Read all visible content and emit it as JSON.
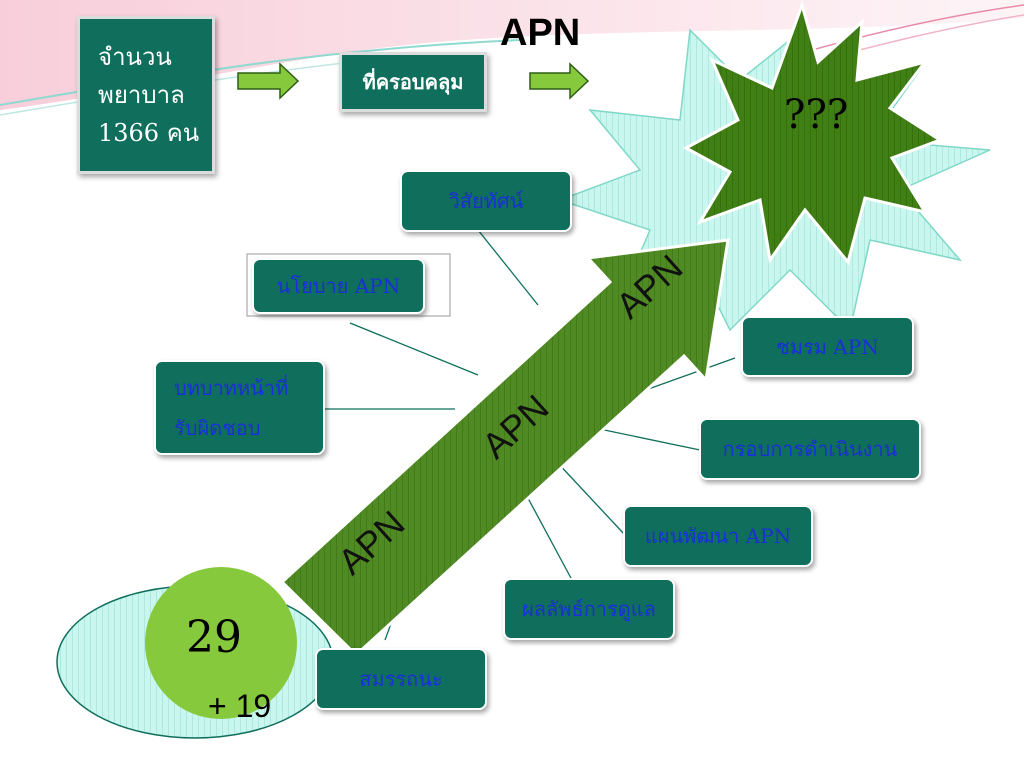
{
  "title": "APN",
  "nurse_box": {
    "line1": "จำนวน",
    "line2": "พยาบาล",
    "line3": "1366  คน"
  },
  "coverage_label": "ที่ครอบคลุม",
  "star_label": "???",
  "arrow_labels": [
    "APN",
    "APN",
    "APN"
  ],
  "topics": {
    "vision": "วิสัยทัศน์",
    "policy": "นโยบาย APN",
    "roles_line1": "บทบาทหน้าที่",
    "roles_line2": "รับผิดชอบ",
    "club": "ชมรม APN",
    "framework": "กรอบการดำเนินงาน",
    "dev_plan": "แผนพัฒนา APN",
    "care_outcome": "ผลลัพธ์การดูแล",
    "competency": "สมรรถนะ"
  },
  "counter": {
    "value": "29",
    "plus": "+ 19"
  },
  "colors": {
    "box_fill": "#0f6f5c",
    "arrow_green": "#4f8a23",
    "star_green": "#3f7f14",
    "counter_green": "#86c93d",
    "light_cyan": "#c9f6ee",
    "link_text_blue": "#1a2fd6"
  }
}
